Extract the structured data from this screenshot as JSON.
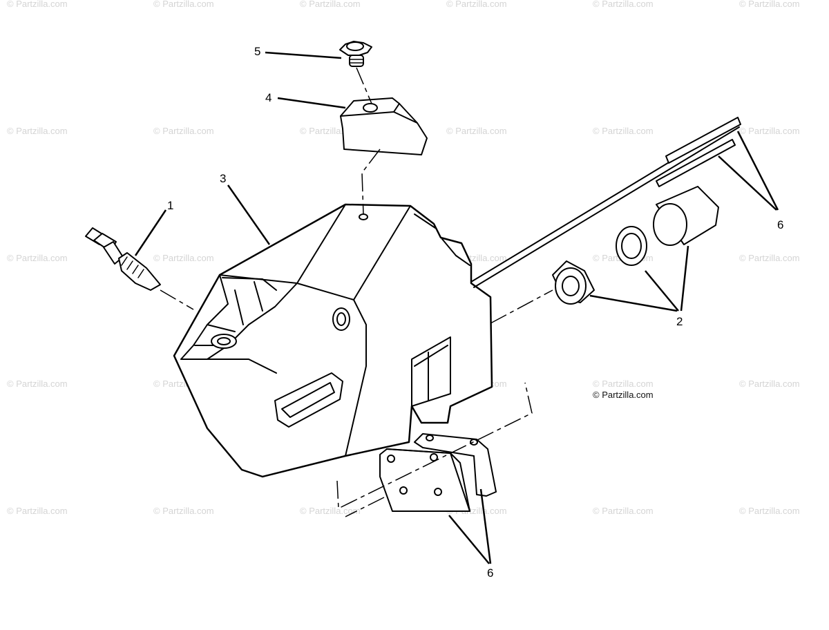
{
  "diagram": {
    "callouts": [
      {
        "id": "1",
        "text": "1"
      },
      {
        "id": "2",
        "text": "2"
      },
      {
        "id": "3",
        "text": "3"
      },
      {
        "id": "4",
        "text": "4"
      },
      {
        "id": "5",
        "text": "5"
      },
      {
        "id": "6a",
        "text": "6"
      },
      {
        "id": "6b",
        "text": "6"
      }
    ],
    "credit": "© Partzilla.com",
    "watermark": "© Partzilla.com"
  }
}
